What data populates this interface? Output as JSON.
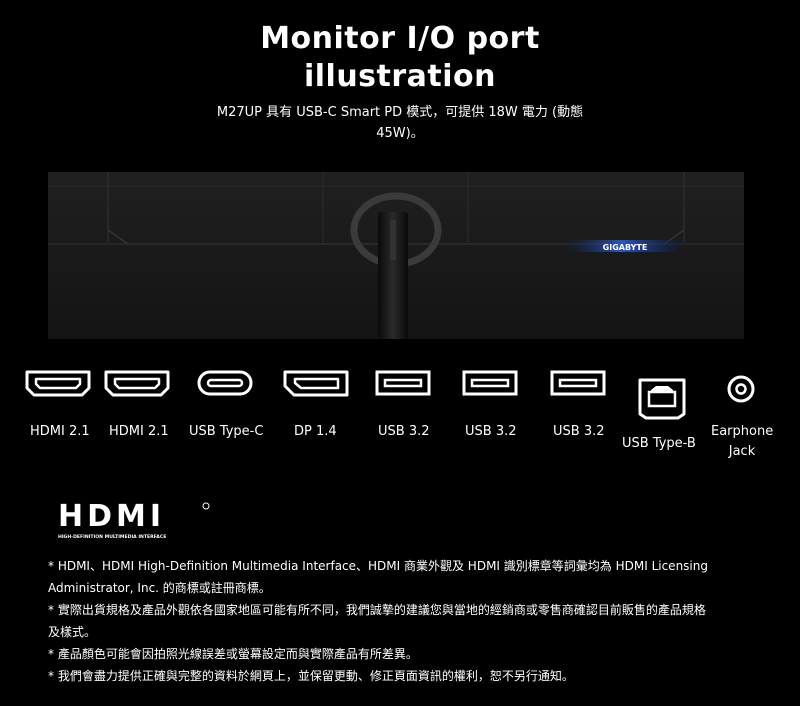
{
  "header": {
    "title_line1": "Monitor I/O port",
    "title_line2": "illustration",
    "subtitle_line1": "M27UP 具有 USB-C Smart PD 模式，可提供 18W 電力 (動態",
    "subtitle_line2": "45W)。"
  },
  "monitor_photo": {
    "brand_text": "GIGABYTE"
  },
  "ports": [
    {
      "label": "HDMI 2.1",
      "icon": "hdmi-port-icon"
    },
    {
      "label": "HDMI 2.1",
      "icon": "hdmi-port-icon"
    },
    {
      "label": "USB Type-C",
      "icon": "usb-c-port-icon"
    },
    {
      "label": "DP 1.4",
      "icon": "displayport-icon"
    },
    {
      "label": "USB 3.2",
      "icon": "usb-a-port-icon"
    },
    {
      "label": "USB 3.2",
      "icon": "usb-a-port-icon"
    },
    {
      "label": "USB 3.2",
      "icon": "usb-a-port-icon"
    },
    {
      "label": "USB Type-B",
      "icon": "usb-b-port-icon"
    },
    {
      "label_line1": "Earphone",
      "label_line2": "Jack",
      "icon": "earphone-jack-icon"
    }
  ],
  "hdmi_logo": {
    "wordmark": "HDMI",
    "tagline": "HIGH-DEFINITION MULTIMEDIA INTERFACE"
  },
  "notes": [
    {
      "line1": "* HDMI、HDMI High-Definition Multimedia Interface、HDMI 商業外觀及 HDMI 識別標章等詞彙均為 HDMI Licensing",
      "line2": "Administrator, Inc. 的商標或註冊商標。"
    },
    {
      "line1": "* 實際出貨規格及產品外觀依各國家地區可能有所不同，我們誠摯的建議您與當地的經銷商或零售商確認目前販售的產品規格",
      "line2": "及樣式。"
    },
    {
      "line1": "* 產品顏色可能會因拍照光線誤差或螢幕設定而與實際產品有所差異。"
    },
    {
      "line1": "* 我們會盡力提供正確與完整的資料於網頁上，並保留更動、修正頁面資訊的權利，恕不另行通知。"
    }
  ],
  "colors": {
    "background": "#000000",
    "text": "#ffffff",
    "monitor_body": "#1c1c1c",
    "brand_glow": "#2b5fd9"
  }
}
